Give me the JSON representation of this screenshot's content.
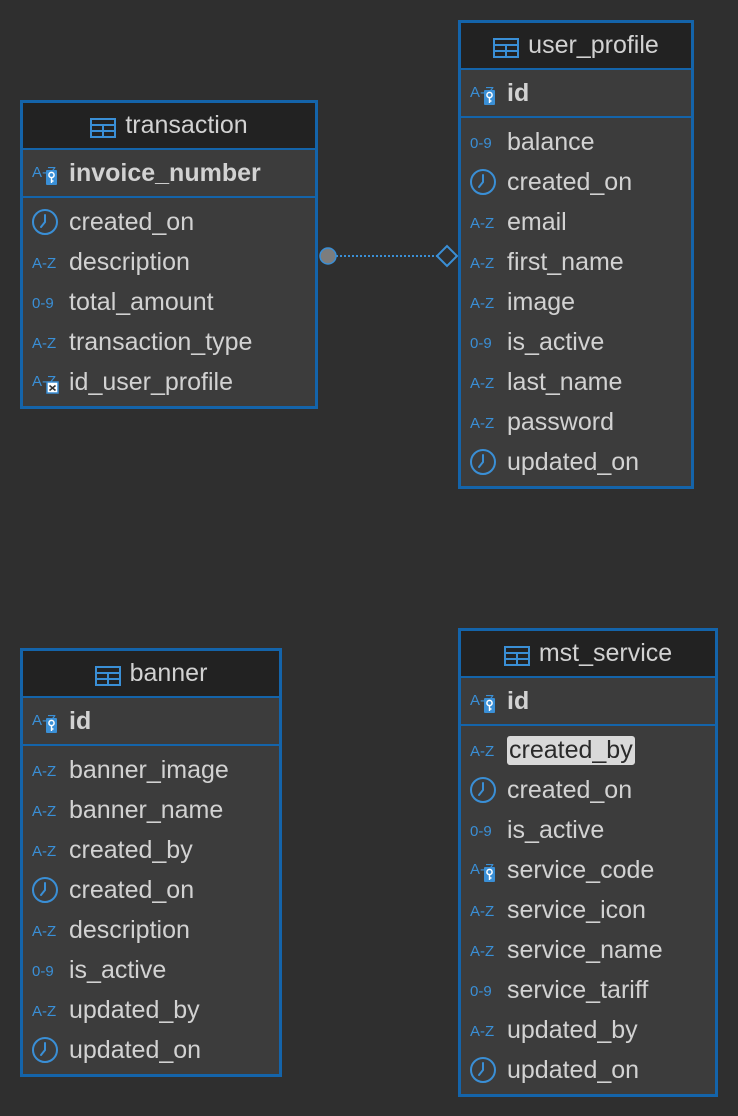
{
  "colors": {
    "background": "#2f2f2f",
    "table_body": "#3c3c3c",
    "table_header": "#222222",
    "accent": "#1464aa",
    "icon": "#3a8fd6",
    "text": "#d2d2d2"
  },
  "tables": {
    "transaction": {
      "name": "transaction",
      "key": {
        "name": "invoice_number",
        "type": "A-Z",
        "icon": "primary-key-icon"
      },
      "columns": [
        {
          "name": "created_on",
          "type": "datetime",
          "icon": "clock-icon"
        },
        {
          "name": "description",
          "type": "A-Z",
          "icon": "text-type-icon"
        },
        {
          "name": "total_amount",
          "type": "0-9",
          "icon": "numeric-type-icon"
        },
        {
          "name": "transaction_type",
          "type": "A-Z",
          "icon": "text-type-icon"
        },
        {
          "name": "id_user_profile",
          "type": "A-Z",
          "icon": "foreign-key-icon"
        }
      ]
    },
    "user_profile": {
      "name": "user_profile",
      "key": {
        "name": "id",
        "type": "A-Z",
        "icon": "primary-key-icon"
      },
      "columns": [
        {
          "name": "balance",
          "type": "0-9",
          "icon": "numeric-type-icon"
        },
        {
          "name": "created_on",
          "type": "datetime",
          "icon": "clock-icon"
        },
        {
          "name": "email",
          "type": "A-Z",
          "icon": "text-type-icon"
        },
        {
          "name": "first_name",
          "type": "A-Z",
          "icon": "text-type-icon"
        },
        {
          "name": "image",
          "type": "A-Z",
          "icon": "text-type-icon"
        },
        {
          "name": "is_active",
          "type": "0-9",
          "icon": "numeric-type-icon"
        },
        {
          "name": "last_name",
          "type": "A-Z",
          "icon": "text-type-icon"
        },
        {
          "name": "password",
          "type": "A-Z",
          "icon": "text-type-icon"
        },
        {
          "name": "updated_on",
          "type": "datetime",
          "icon": "clock-icon"
        }
      ]
    },
    "banner": {
      "name": "banner",
      "key": {
        "name": "id",
        "type": "A-Z",
        "icon": "primary-key-icon"
      },
      "columns": [
        {
          "name": "banner_image",
          "type": "A-Z",
          "icon": "text-type-icon"
        },
        {
          "name": "banner_name",
          "type": "A-Z",
          "icon": "text-type-icon"
        },
        {
          "name": "created_by",
          "type": "A-Z",
          "icon": "text-type-icon"
        },
        {
          "name": "created_on",
          "type": "datetime",
          "icon": "clock-icon"
        },
        {
          "name": "description",
          "type": "A-Z",
          "icon": "text-type-icon"
        },
        {
          "name": "is_active",
          "type": "0-9",
          "icon": "numeric-type-icon"
        },
        {
          "name": "updated_by",
          "type": "A-Z",
          "icon": "text-type-icon"
        },
        {
          "name": "updated_on",
          "type": "datetime",
          "icon": "clock-icon"
        }
      ]
    },
    "mst_service": {
      "name": "mst_service",
      "key": {
        "name": "id",
        "type": "A-Z",
        "icon": "primary-key-icon"
      },
      "columns": [
        {
          "name": "created_by",
          "type": "A-Z",
          "icon": "text-type-icon",
          "highlighted": true
        },
        {
          "name": "created_on",
          "type": "datetime",
          "icon": "clock-icon"
        },
        {
          "name": "is_active",
          "type": "0-9",
          "icon": "numeric-type-icon"
        },
        {
          "name": "service_code",
          "type": "A-Z",
          "icon": "unique-key-icon"
        },
        {
          "name": "service_icon",
          "type": "A-Z",
          "icon": "text-type-icon"
        },
        {
          "name": "service_name",
          "type": "A-Z",
          "icon": "text-type-icon"
        },
        {
          "name": "service_tariff",
          "type": "0-9",
          "icon": "numeric-type-icon"
        },
        {
          "name": "updated_by",
          "type": "A-Z",
          "icon": "text-type-icon"
        },
        {
          "name": "updated_on",
          "type": "datetime",
          "icon": "clock-icon"
        }
      ]
    }
  },
  "relations": [
    {
      "from": "transaction",
      "to": "user_profile",
      "style": "dotted",
      "from_end": "circle",
      "to_end": "diamond"
    }
  ]
}
